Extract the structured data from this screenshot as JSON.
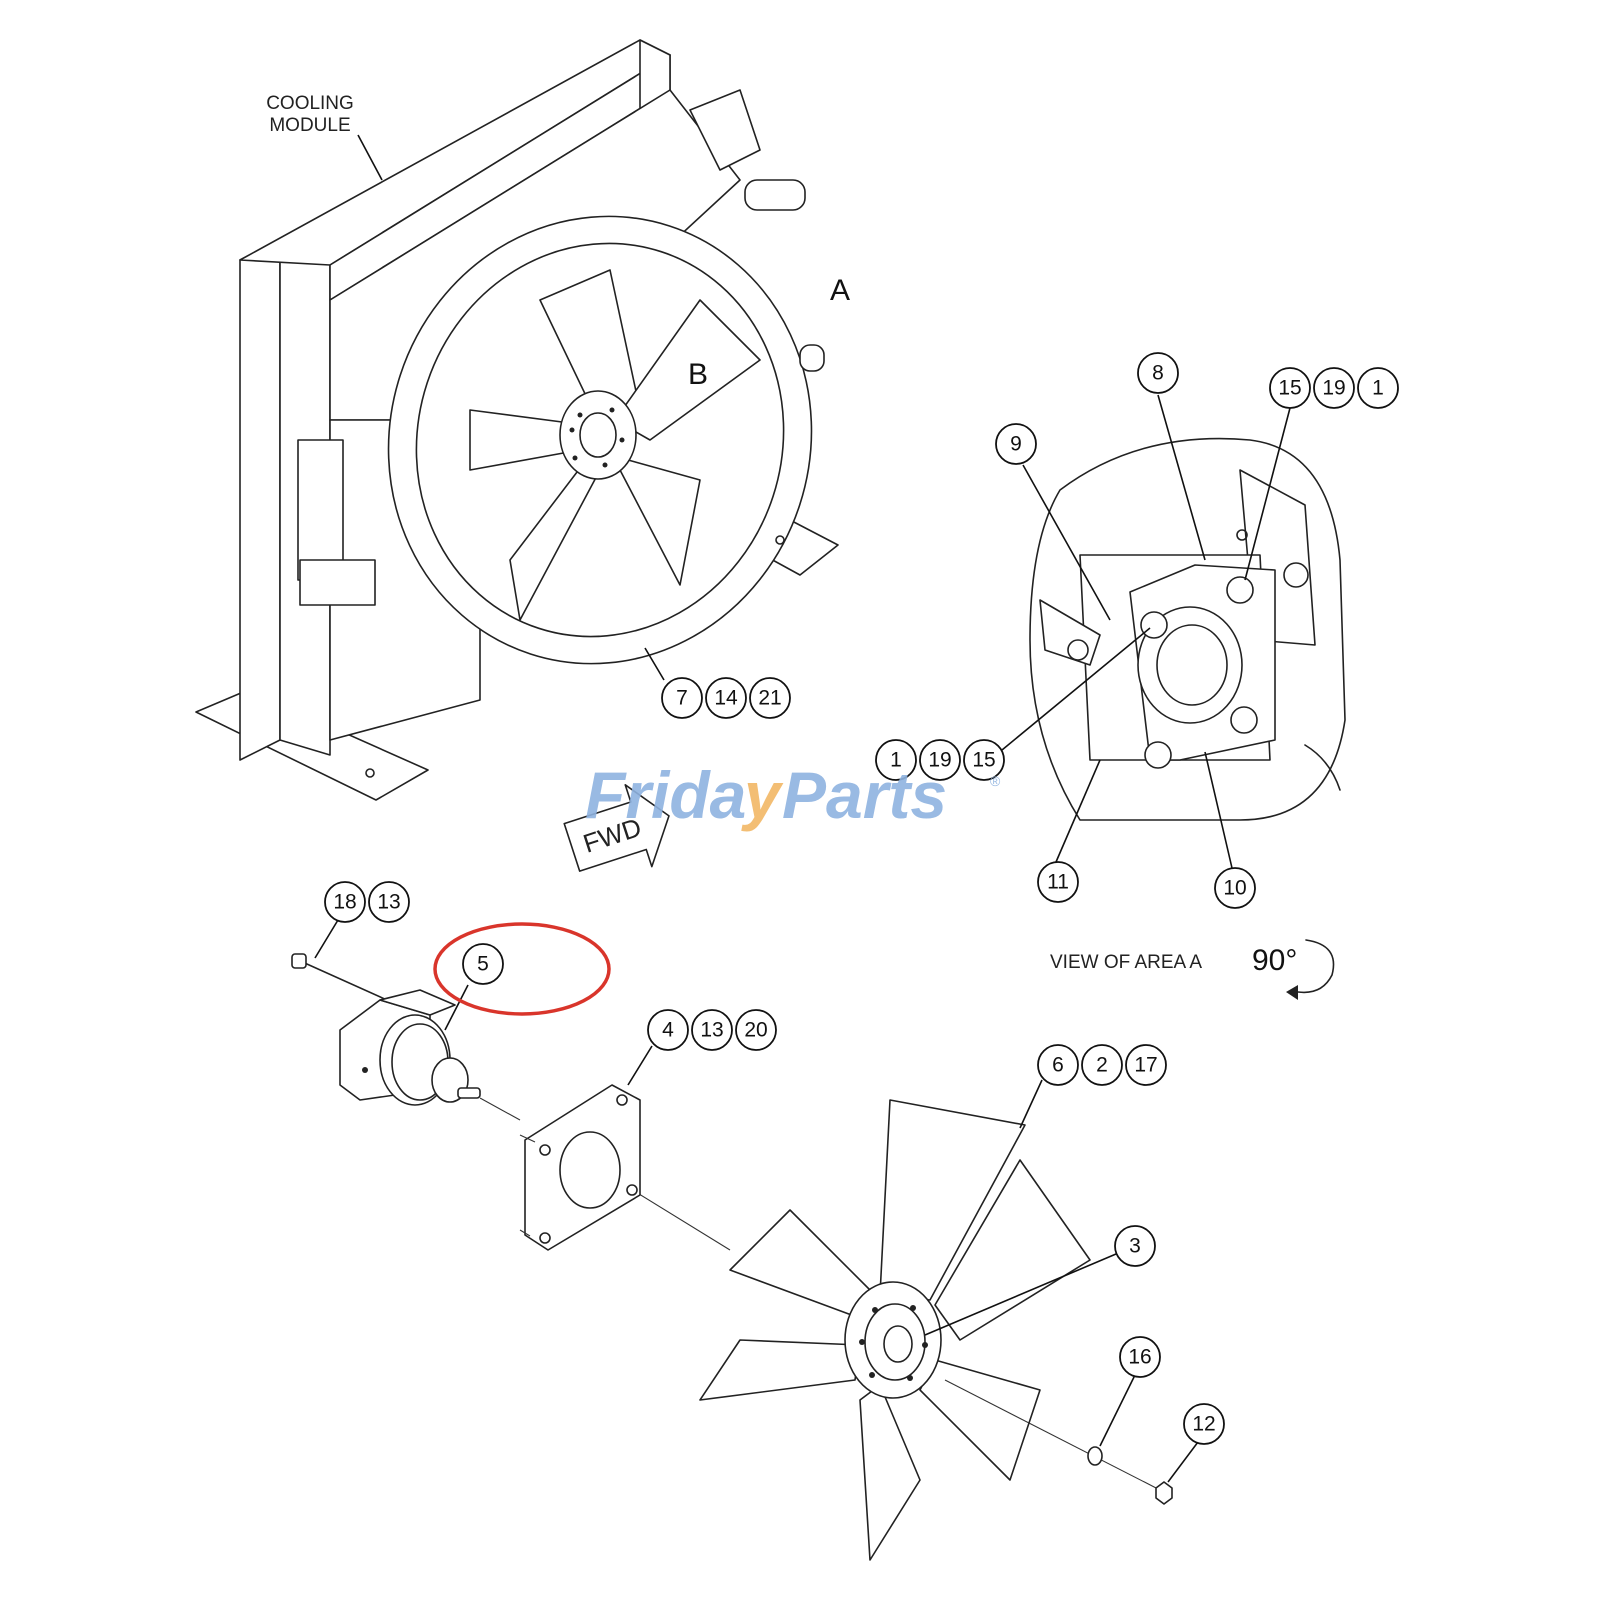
{
  "labels": {
    "cooling_module": [
      "COOLING",
      "MODULE"
    ],
    "area_a": "A",
    "area_b": "B",
    "fwd": "FWD",
    "view_of_area": "VIEW OF AREA A",
    "rotation": "90°"
  },
  "watermark": {
    "brand": "FridayParts",
    "primary_color": "#8fb3e0",
    "accent_color": "#f2b866"
  },
  "highlight_color": "#d9352b",
  "callout_groups": {
    "g_7_14_21": [
      "7",
      "14",
      "21"
    ],
    "g_15_19_1": [
      "15",
      "19",
      "1"
    ],
    "g_1_19_15": [
      "1",
      "19",
      "15"
    ],
    "g_18_13": [
      "18",
      "13"
    ],
    "g_4_13_20": [
      "4",
      "13",
      "20"
    ],
    "g_6_2_17": [
      "6",
      "2",
      "17"
    ]
  },
  "callouts": {
    "c8": "8",
    "c9": "9",
    "c11": "11",
    "c10": "10",
    "c5": "5",
    "c3": "3",
    "c16": "16",
    "c12": "12"
  }
}
